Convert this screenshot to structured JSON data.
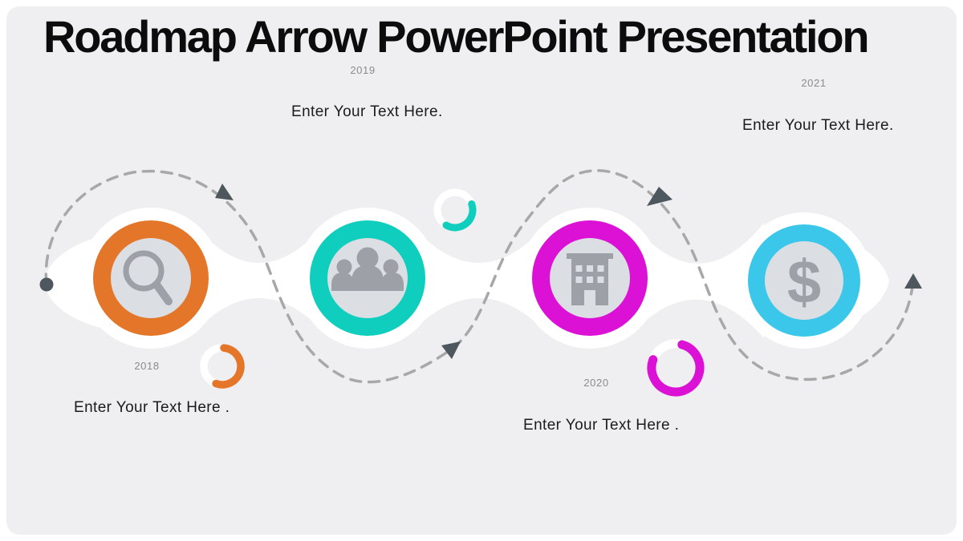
{
  "slide": {
    "title": "Roadmap Arrow PowerPoint Presentation",
    "background_color": "#EFEFF1",
    "frame_color": "#FFFFFF"
  },
  "colors": {
    "icon_gray": "#9DA1A7",
    "inner_circle_gray": "#DBDEE3",
    "halo_white": "#FFFFFF",
    "dash_gray": "#A8A8A8",
    "arrow_dark": "#4E565E"
  },
  "milestones": [
    {
      "year": "2018",
      "label": "Enter Your Text Here .",
      "color": "#E4762A",
      "icon": "search-icon"
    },
    {
      "year": "2019",
      "label": "Enter Your Text Here.",
      "color": "#0FCEBD",
      "icon": "team-icon"
    },
    {
      "year": "2020",
      "label": "Enter Your Text Here .",
      "color": "#DB12D6",
      "icon": "building-icon"
    },
    {
      "year": "2021",
      "label": "Enter Your Text Here.",
      "color": "#3BC7E9",
      "icon": "dollar-icon",
      "icon_glyph": "$"
    }
  ]
}
